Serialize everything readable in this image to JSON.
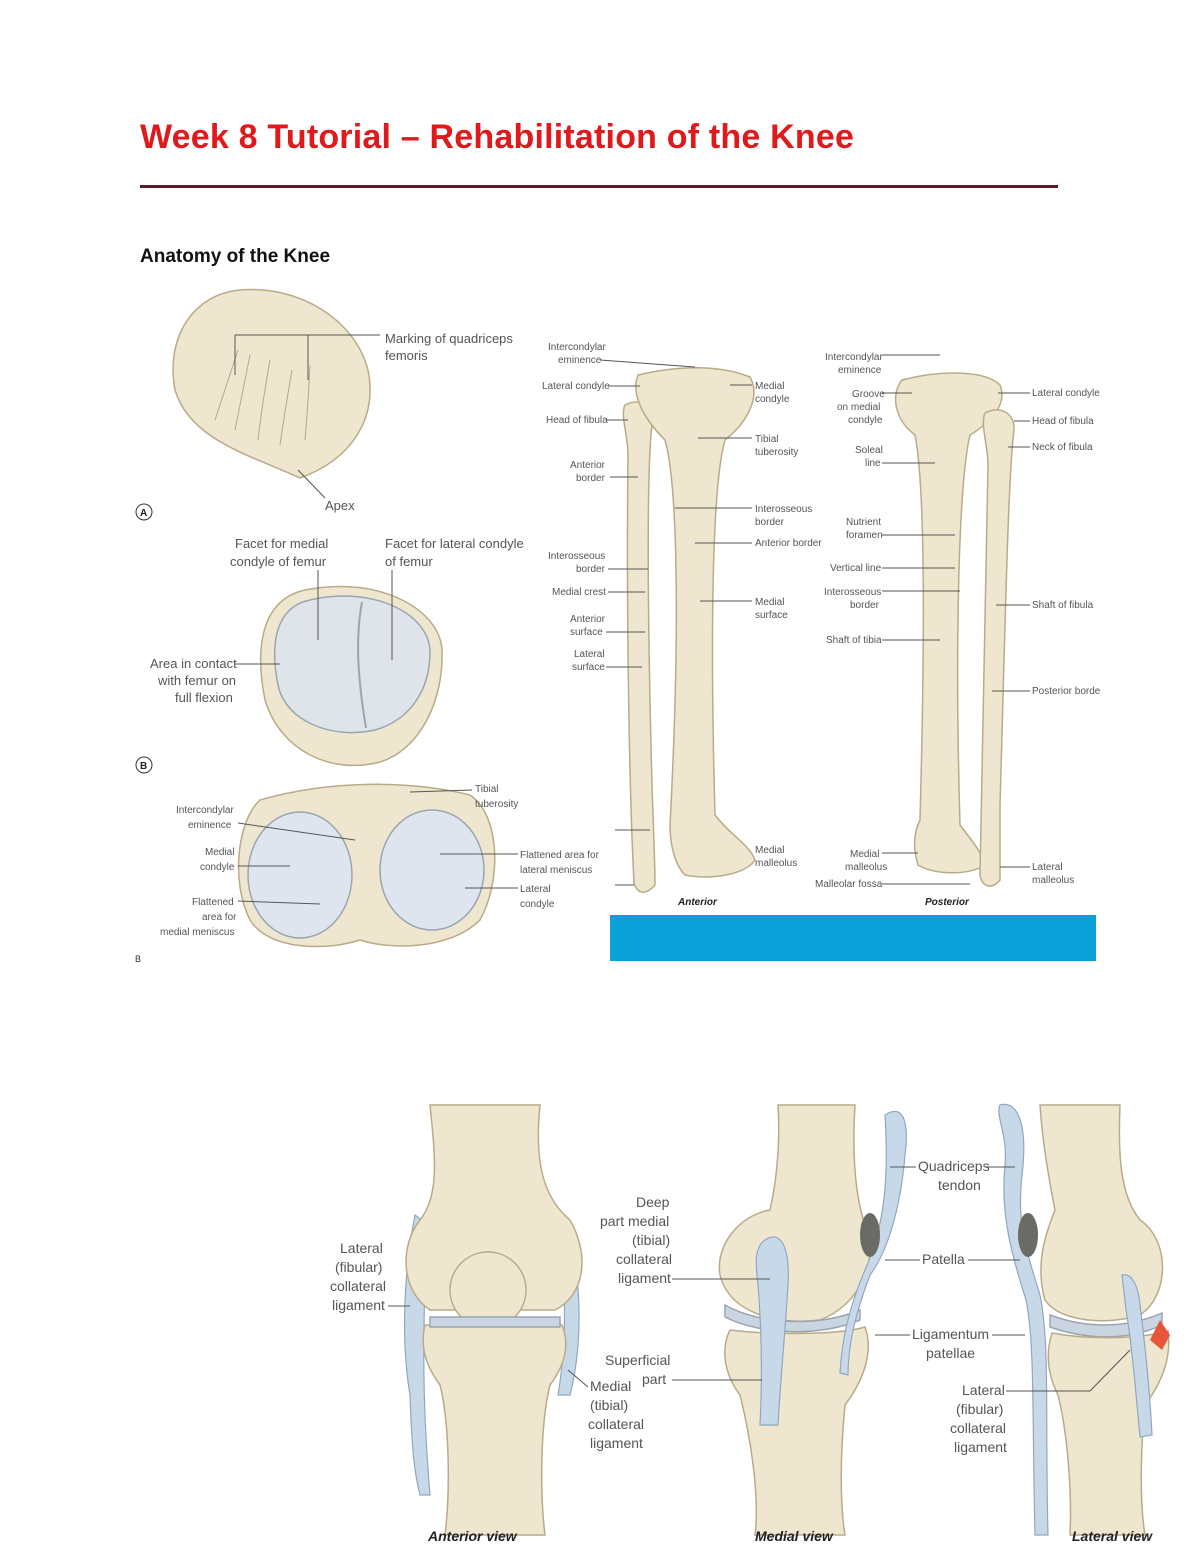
{
  "document": {
    "title": "Week 8 Tutorial – Rehabilitation of the Knee",
    "section_heading": "Anatomy of the Knee"
  },
  "patella_figure": {
    "panel_a": "A",
    "panel_b": "B",
    "panel_c": "B",
    "marking_line1": "Marking of quadriceps",
    "marking_line2": "femoris",
    "apex": "Apex",
    "facet_medial_1": "Facet for medial",
    "facet_medial_2": "condyle of femur",
    "facet_lateral_1": "Facet for lateral condyle",
    "facet_lateral_2": "of femur",
    "contact_1": "Area in contact",
    "contact_2": "with femur on",
    "contact_3": "full flexion",
    "tibial_tub_1": "Tibial",
    "tibial_tub_2": "tuberosity",
    "intercondylar_1": "Intercondylar",
    "intercondylar_2": "eminence",
    "medial_condyle_1": "Medial",
    "medial_condyle_2": "condyle",
    "flat_medial_1": "Flattened",
    "flat_medial_2": "area for",
    "flat_medial_3": "medial meniscus",
    "flat_lateral_1": "Flattened area for",
    "flat_lateral_2": "lateral meniscus",
    "lateral_condyle_1": "Lateral",
    "lateral_condyle_2": "condyle"
  },
  "tibia_figure": {
    "anterior_caption": "Anterior",
    "posterior_caption": "Posterior",
    "banner_color": "#0aa0d8",
    "left_labels": [
      [
        "Intercondylar",
        "eminence"
      ],
      [
        "Lateral condyle"
      ],
      [
        "Head of fibula"
      ],
      [
        "Anterior",
        "border"
      ],
      [
        "Interosseous",
        "border"
      ],
      [
        "Medial crest"
      ],
      [
        "Anterior",
        "surface"
      ],
      [
        "Lateral",
        "surface"
      ]
    ],
    "mid_labels": [
      [
        "Medial",
        "condyle"
      ],
      [
        "Tibial",
        "tuberosity"
      ],
      [
        "Interosseous",
        "border"
      ],
      [
        "Anterior border"
      ],
      [
        "Medial",
        "surface"
      ],
      [
        "Medial",
        "malleolus"
      ]
    ],
    "post_left_labels": [
      [
        "Intercondylar",
        "eminence"
      ],
      [
        "Groove",
        "on medial",
        "condyle"
      ],
      [
        "Soleal",
        "line"
      ],
      [
        "Nutrient",
        "foramen"
      ],
      [
        "Vertical line"
      ],
      [
        "Interosseous",
        "border"
      ],
      [
        "Shaft of tibia"
      ],
      [
        "Medial",
        "malleolus"
      ],
      [
        "Malleolar fossa"
      ]
    ],
    "post_right_labels": [
      [
        "Lateral condyle"
      ],
      [
        "Head of fibula"
      ],
      [
        "Neck of fibula"
      ],
      [
        "Shaft of fibula"
      ],
      [
        "Posterior border"
      ],
      [
        "Lateral",
        "malleolus"
      ]
    ]
  },
  "knee_figure": {
    "lcl_anterior": [
      "Lateral",
      "(fibular)",
      "collateral",
      "ligament"
    ],
    "deep_mcl": [
      "Deep",
      "part medial",
      "(tibial)",
      "collateral",
      "ligament"
    ],
    "superficial": [
      "Superficial",
      "part"
    ],
    "mcl": [
      "Medial",
      "(tibial)",
      "collateral",
      "ligament"
    ],
    "quad_tendon": [
      "Quadriceps",
      "tendon"
    ],
    "patella": "Patella",
    "lig_patellae": [
      "Ligamentum",
      "patellae"
    ],
    "lcl_lateral": [
      "Lateral",
      "(fibular)",
      "collateral",
      "ligament"
    ],
    "caption_anterior": "Anterior view",
    "caption_medial": "Medial view",
    "caption_lateral": "Lateral view"
  }
}
